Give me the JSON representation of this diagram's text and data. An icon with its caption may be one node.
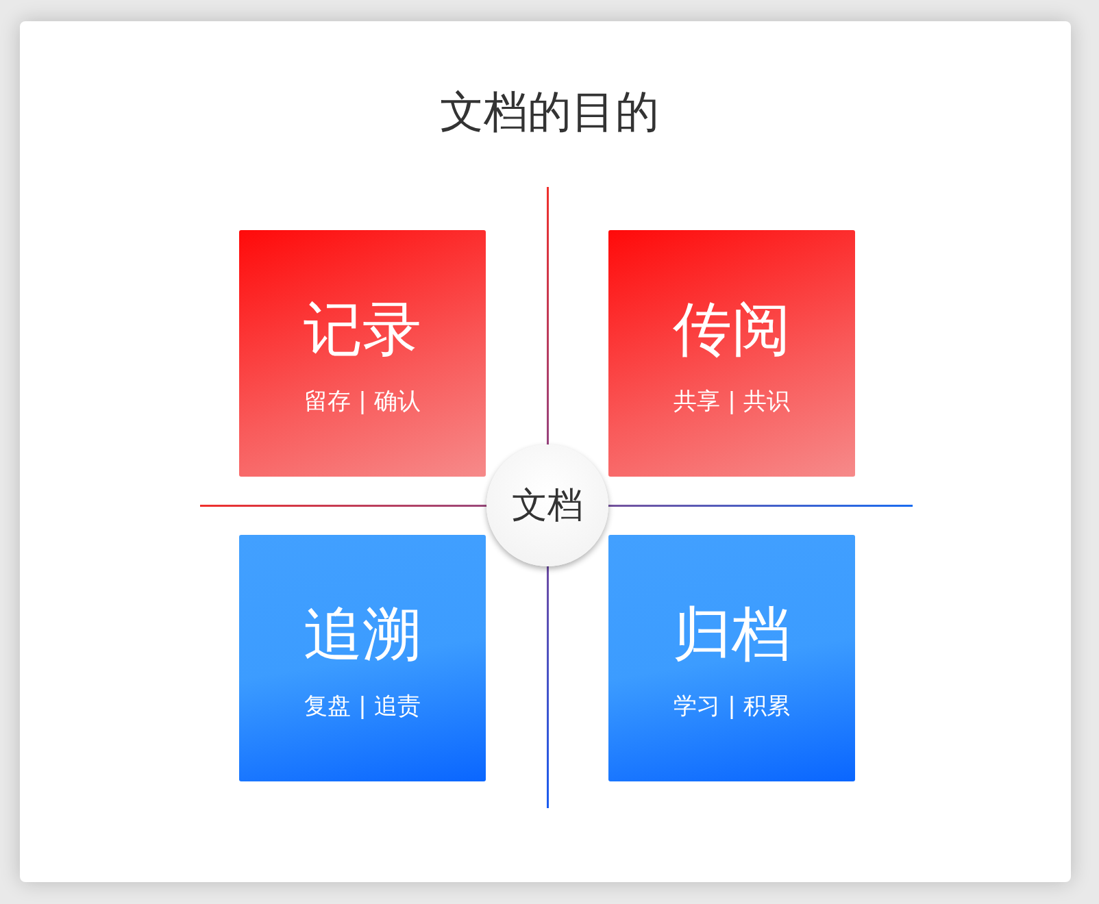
{
  "diagram": {
    "title": "文档的目的",
    "nodes": [
      {
        "text": [
          "记录",
          "留存 | 确认"
        ]
      },
      {
        "text": [
          "传阅",
          "共享 | 共识"
        ]
      },
      {
        "text": [
          "文档"
        ]
      },
      {
        "text": [
          "追溯",
          "复盘 | 追责"
        ]
      },
      {
        "text": [
          "归档",
          "学习 | 积累"
        ]
      }
    ],
    "edges": []
  }
}
